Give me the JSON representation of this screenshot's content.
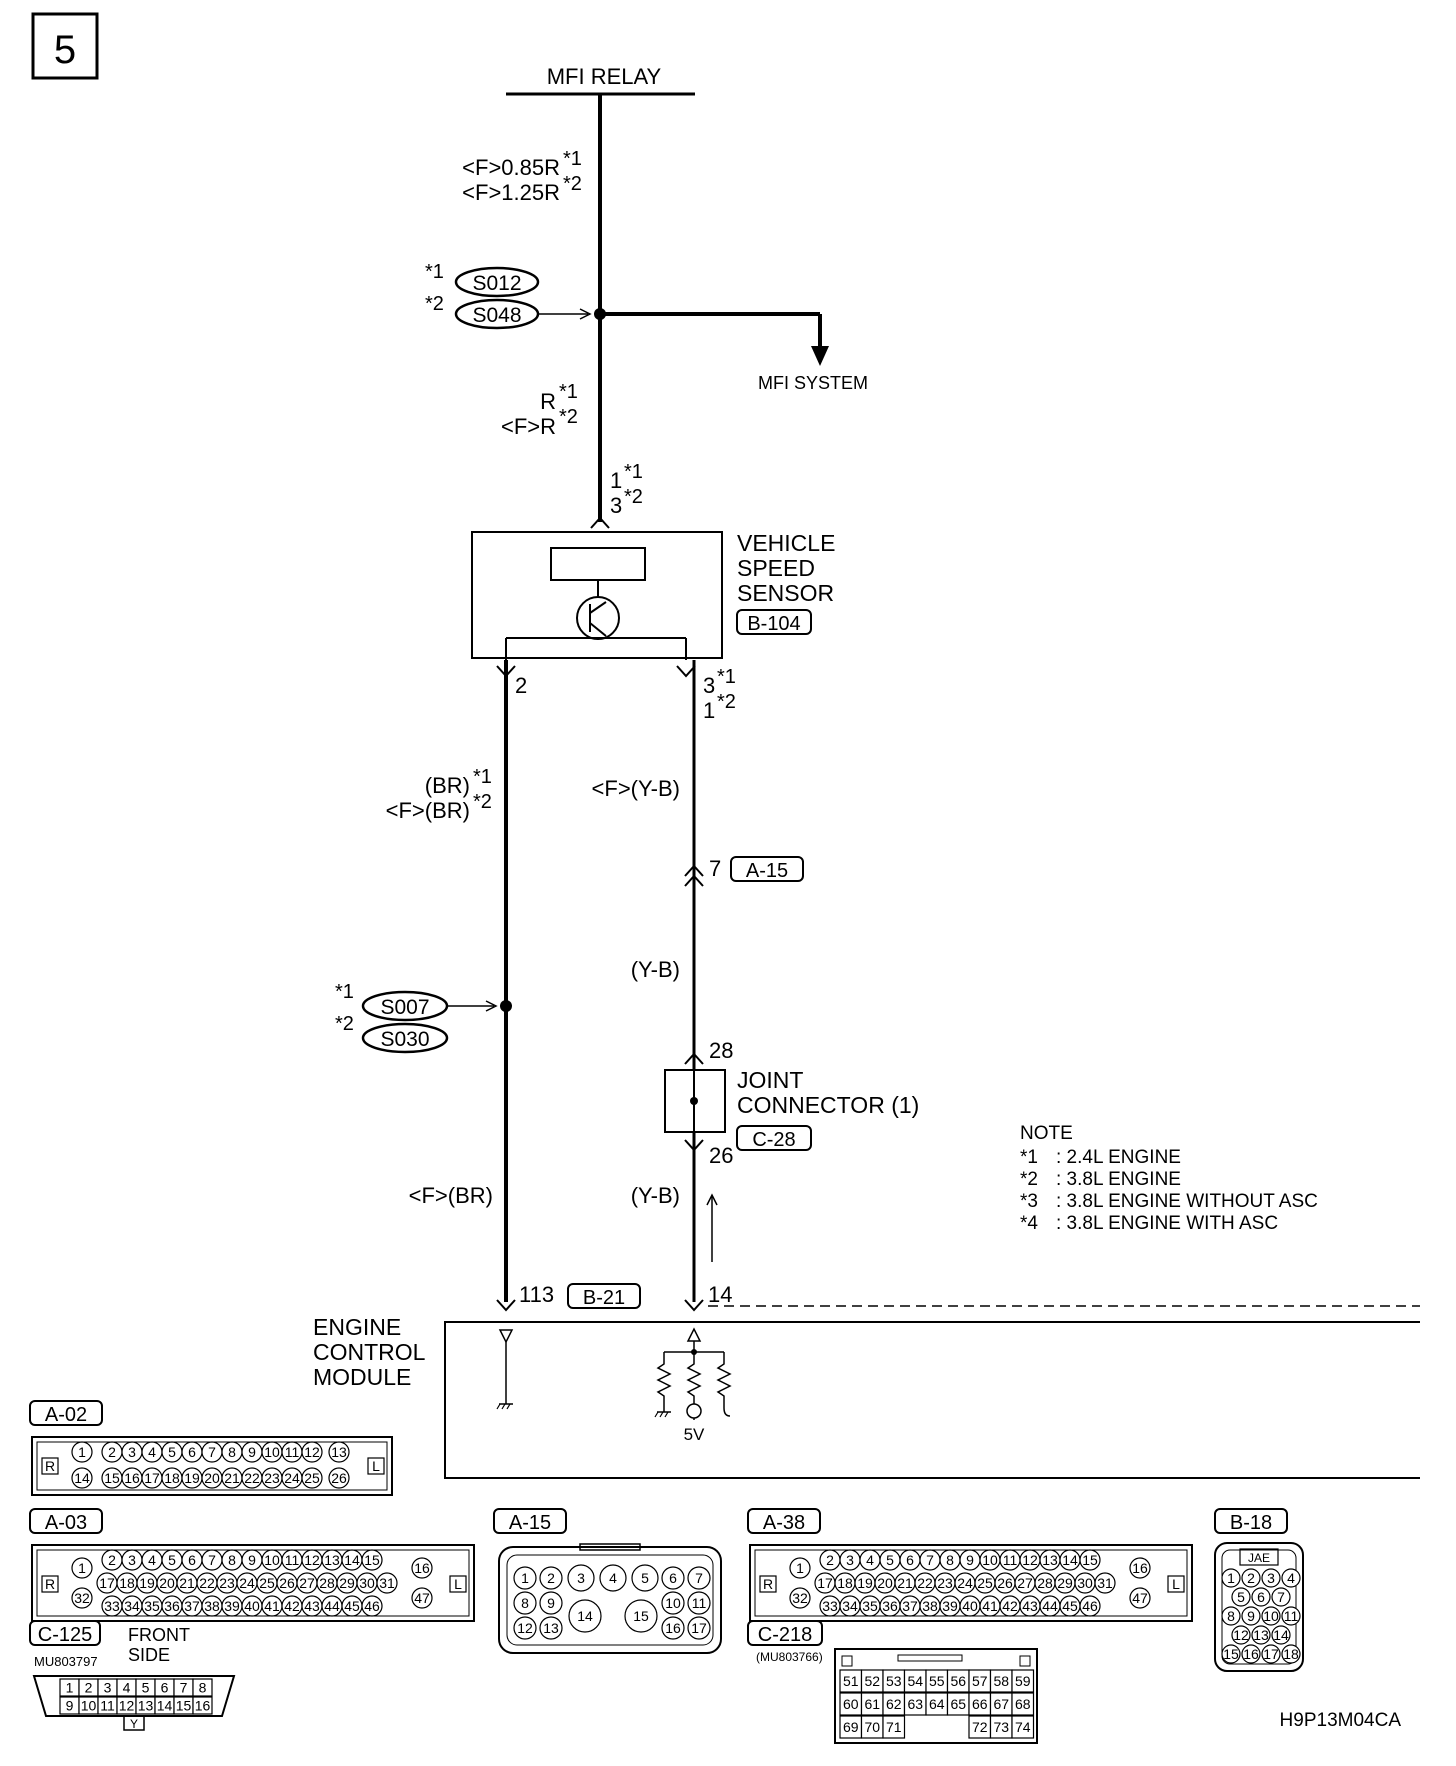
{
  "page_number": "5",
  "diagram_code": "H9P13M04CA",
  "relay": {
    "label": "MFI RELAY"
  },
  "wire_top": {
    "line1": "<F>0.85R",
    "mark1": "*1",
    "line2": "<F>1.25R",
    "mark2": "*2"
  },
  "splice_top": {
    "mark1": "*1",
    "id1": "S012",
    "mark2": "*2",
    "id2": "S048"
  },
  "mfi_system": {
    "label": "MFI SYSTEM"
  },
  "wire_mid": {
    "line1": "R",
    "mark1": "*1",
    "line2": "<F>R",
    "mark2": "*2"
  },
  "sensor_pin_top": {
    "line1": "1",
    "mark1": "*1",
    "line2": "3",
    "mark2": "*2"
  },
  "sensor": {
    "line1": "VEHICLE",
    "line2": "SPEED",
    "line3": "SENSOR",
    "connector": "B-104"
  },
  "left_pin": "2",
  "right_pin": {
    "line1": "3",
    "mark1": "*1",
    "line2": "1",
    "mark2": "*2"
  },
  "left_wire": {
    "line1": "(BR)",
    "mark1": "*1",
    "line2": "<F>(BR)",
    "mark2": "*2",
    "bottom": "<F>(BR)"
  },
  "right_wire": {
    "top": "<F>(Y-B)",
    "mid": "(Y-B)",
    "bottom": "(Y-B)"
  },
  "a15_pin": {
    "pin": "7",
    "connector": "A-15"
  },
  "splice_left": {
    "mark1": "*1",
    "id1": "S007",
    "mark2": "*2",
    "id2": "S030"
  },
  "joint": {
    "pin_in": "28",
    "line1": "JOINT",
    "line2": "CONNECTOR (1)",
    "connector": "C-28",
    "pin_out": "26"
  },
  "note": {
    "title": "NOTE",
    "items": [
      {
        "mark": "*1",
        "text": ": 2.4L ENGINE"
      },
      {
        "mark": "*2",
        "text": ": 3.8L ENGINE"
      },
      {
        "mark": "*3",
        "text": ": 3.8L ENGINE WITHOUT ASC"
      },
      {
        "mark": "*4",
        "text": ": 3.8L ENGINE WITH ASC"
      }
    ]
  },
  "ecm_pins": {
    "left": "113",
    "connector": "B-21",
    "right": "14"
  },
  "ecm": {
    "line1": "ENGINE",
    "line2": "CONTROL",
    "line3": "MODULE",
    "voltage": "5V"
  },
  "connectors": {
    "a02": {
      "id": "A-02",
      "row1": [
        "1",
        "2",
        "3",
        "4",
        "5",
        "6",
        "7",
        "8",
        "9",
        "10",
        "11",
        "12",
        "13"
      ],
      "row2": [
        "14",
        "15",
        "16",
        "17",
        "18",
        "19",
        "20",
        "21",
        "22",
        "23",
        "24",
        "25",
        "26"
      ],
      "left": "R",
      "right": "L"
    },
    "a03": {
      "id": "A-03",
      "row1": [
        "1",
        "2",
        "3",
        "4",
        "5",
        "6",
        "7",
        "8",
        "9",
        "10",
        "11",
        "12",
        "13",
        "14",
        "15",
        "16"
      ],
      "row2": [
        "17",
        "18",
        "19",
        "20",
        "21",
        "22",
        "23",
        "24",
        "25",
        "26",
        "27",
        "28",
        "29",
        "30",
        "31"
      ],
      "row3": [
        "32",
        "33",
        "34",
        "35",
        "36",
        "37",
        "38",
        "39",
        "40",
        "41",
        "42",
        "43",
        "44",
        "45",
        "46",
        "47"
      ],
      "left": "R",
      "right": "L"
    },
    "a15": {
      "id": "A-15",
      "row1": [
        "1",
        "2",
        "3",
        "4",
        "5",
        "6",
        "7"
      ],
      "row2": [
        "8",
        "9",
        "14",
        "15",
        "10",
        "11"
      ],
      "row3": [
        "12",
        "13",
        "16",
        "17"
      ]
    },
    "a38": {
      "id": "A-38",
      "row1": [
        "1",
        "2",
        "3",
        "4",
        "5",
        "6",
        "7",
        "8",
        "9",
        "10",
        "11",
        "12",
        "13",
        "14",
        "15",
        "16"
      ],
      "row2": [
        "17",
        "18",
        "19",
        "20",
        "21",
        "22",
        "23",
        "24",
        "25",
        "26",
        "27",
        "28",
        "29",
        "30",
        "31"
      ],
      "row3": [
        "32",
        "33",
        "34",
        "35",
        "36",
        "37",
        "38",
        "39",
        "40",
        "41",
        "42",
        "43",
        "44",
        "45",
        "46",
        "47"
      ],
      "left": "R",
      "right": "L"
    },
    "b18": {
      "id": "B-18",
      "label": "JAE",
      "rows": [
        [
          "1",
          "2",
          "3",
          "4"
        ],
        [
          "5",
          "6",
          "7"
        ],
        [
          "8",
          "9",
          "10",
          "11"
        ],
        [
          "12",
          "13",
          "14"
        ],
        [
          "15",
          "16",
          "17",
          "18"
        ]
      ]
    },
    "c125": {
      "id": "C-125",
      "part": "MU803797",
      "side1": "FRONT",
      "side2": "SIDE",
      "row1": [
        "1",
        "2",
        "3",
        "4",
        "5",
        "6",
        "7",
        "8"
      ],
      "row2": [
        "9",
        "10",
        "11",
        "12",
        "13",
        "14",
        "15",
        "16"
      ],
      "key": "Y"
    },
    "c218": {
      "id": "C-218",
      "part": "(MU803766)",
      "rows": [
        [
          "51",
          "52",
          "53",
          "54",
          "55",
          "56",
          "57",
          "58",
          "59"
        ],
        [
          "60",
          "61",
          "62",
          "63",
          "64",
          "65",
          "66",
          "67",
          "68"
        ],
        [
          "69",
          "70",
          "71",
          "",
          "",
          "",
          "72",
          "73",
          "74"
        ]
      ]
    }
  }
}
